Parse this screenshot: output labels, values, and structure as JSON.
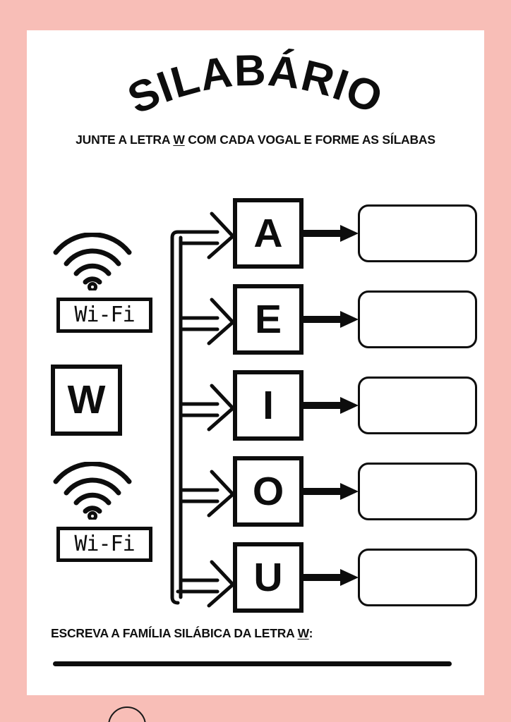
{
  "page": {
    "border_color": "#F8BEB7",
    "sheet_color": "#ffffff",
    "ink_color": "#0d0d0d"
  },
  "title": "SILABÁRIO",
  "instructions": {
    "top": {
      "before": "JUNTE A LETRA ",
      "letter": "W",
      "after": " COM CADA VOGAL E FORME AS SÍLABAS"
    },
    "bottom": {
      "before": "ESCREVA A FAMÍLIA SILÁBICA DA LETRA ",
      "letter": "W",
      "after": ":"
    }
  },
  "left_column": {
    "wifi_icon_top": "wifi-icon",
    "wifi_label_top": "Wi-Fi",
    "letter": "W",
    "wifi_icon_bottom": "wifi-icon",
    "wifi_label_bottom": "Wi-Fi"
  },
  "rows": [
    {
      "vowel": "A",
      "answer": ""
    },
    {
      "vowel": "E",
      "answer": ""
    },
    {
      "vowel": "I",
      "answer": ""
    },
    {
      "vowel": "O",
      "answer": ""
    },
    {
      "vowel": "U",
      "answer": ""
    }
  ],
  "write_line": {
    "label": "writing-line"
  }
}
